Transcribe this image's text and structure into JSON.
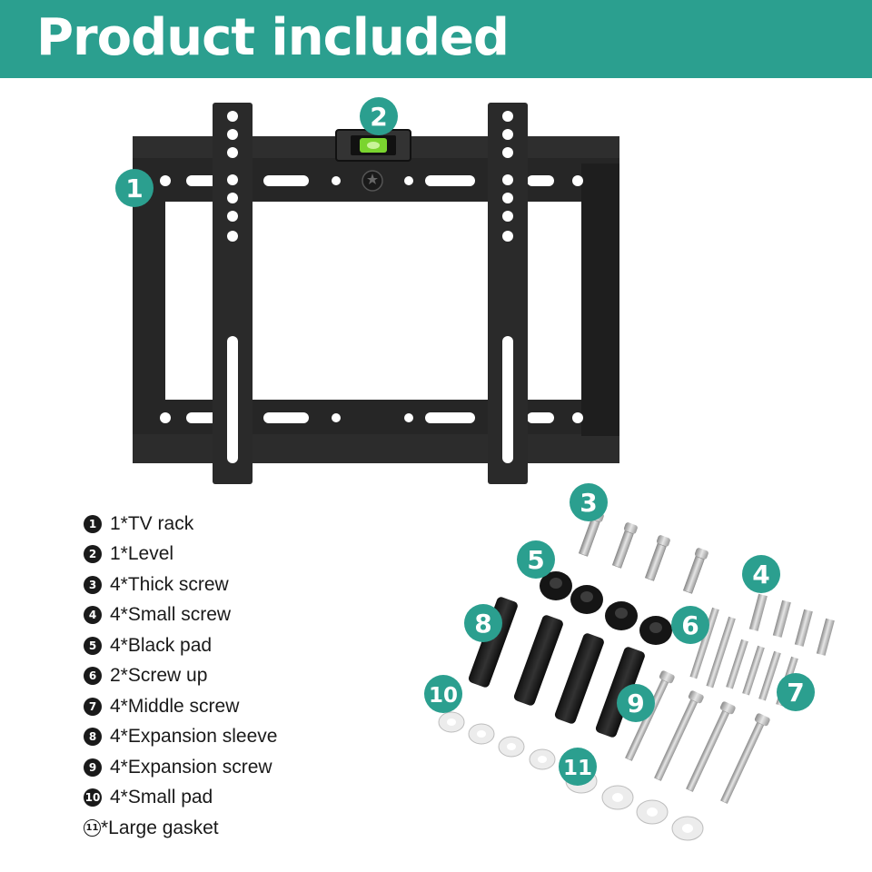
{
  "header": {
    "title": "Product included"
  },
  "colors": {
    "accent": "#2b9f8f",
    "metal_dark": "#222222",
    "text": "#1a1a1a"
  },
  "callouts": [
    "1",
    "2",
    "3",
    "4",
    "5",
    "6",
    "7",
    "8",
    "9",
    "10",
    "11"
  ],
  "parts": [
    {
      "num": "1",
      "text": "1*TV rack"
    },
    {
      "num": "2",
      "text": "1*Level"
    },
    {
      "num": "3",
      "text": "4*Thick screw"
    },
    {
      "num": "4",
      "text": "4*Small screw"
    },
    {
      "num": "5",
      "text": "4*Black pad"
    },
    {
      "num": "6",
      "text": "2*Screw up"
    },
    {
      "num": "7",
      "text": "4*Middle screw"
    },
    {
      "num": "8",
      "text": "4*Expansion sleeve"
    },
    {
      "num": "9",
      "text": "4*Expansion screw"
    },
    {
      "num": "10",
      "text": "4*Small pad"
    },
    {
      "num": "11",
      "text": "*Large gasket"
    }
  ]
}
